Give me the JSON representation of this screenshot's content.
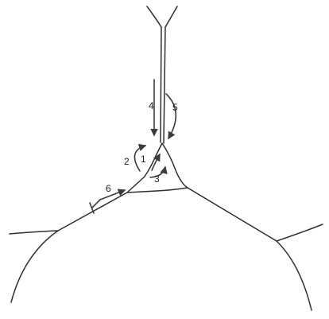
{
  "diagram": {
    "labels": {
      "step1": "1",
      "step2": "2",
      "step3": "3",
      "step4": "4",
      "step5": "5",
      "step6": "6"
    }
  }
}
